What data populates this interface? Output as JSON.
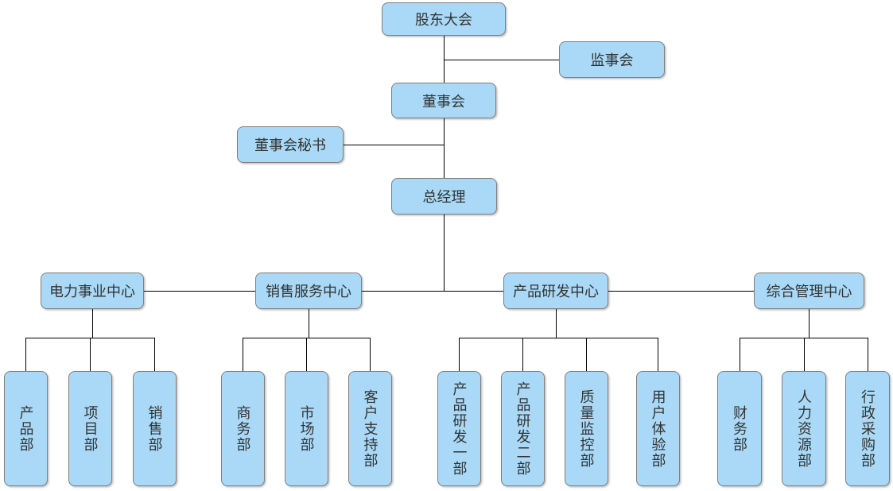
{
  "org_chart": {
    "governance": {
      "shareholders_meeting": "股东大会",
      "supervisory_board": "监事会",
      "board_of_directors": "董事会",
      "board_secretary": "董事会秘书",
      "general_manager": "总经理"
    },
    "centers": [
      {
        "label": "电力事业中心",
        "departments": [
          "产品部",
          "项目部",
          "销售部"
        ]
      },
      {
        "label": "销售服务中心",
        "departments": [
          "商务部",
          "市场部",
          "客户支持部"
        ]
      },
      {
        "label": "产品研发中心",
        "departments": [
          "产品研发一部",
          "产品研发二部",
          "质量监控部",
          "用户体验部"
        ]
      },
      {
        "label": "综合管理中心",
        "departments": [
          "财务部",
          "人力资源部",
          "行政采购部"
        ]
      }
    ],
    "colors": {
      "node_fill": "#a9d9f6",
      "node_border": "#7f7f7f",
      "connector": "#000000",
      "node_text": "#333333",
      "background": "#ffffff"
    }
  }
}
